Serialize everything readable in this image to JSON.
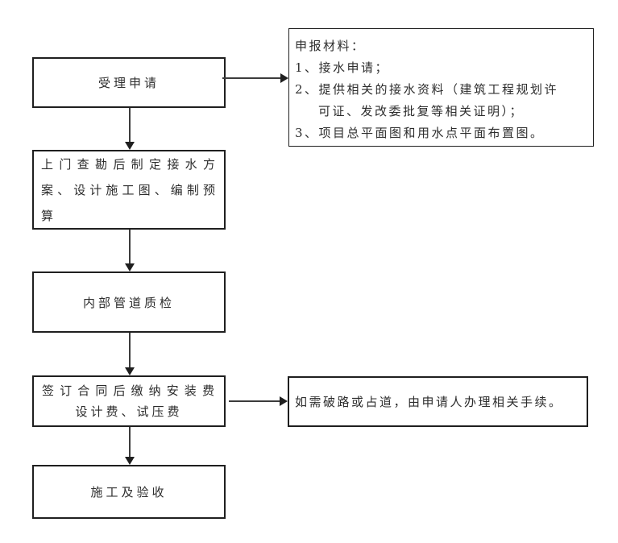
{
  "meta": {
    "background_color": "#ffffff",
    "text_color": "#2d2d2d",
    "box_border_color": "#1f1f1f",
    "arrow_color": "#3c3c3c"
  },
  "steps": {
    "step1": {
      "label": "受理申请"
    },
    "step2": {
      "lines": [
        "上门查勘后制定接水方",
        "案、设计施工图、编制预",
        "算"
      ]
    },
    "step3": {
      "label": "内部管道质检"
    },
    "step4": {
      "lines": [
        "签订合同后缴纳安装费",
        "设计费、试压费"
      ]
    },
    "step5": {
      "label": "施工及验收"
    }
  },
  "materials_note": {
    "lines": [
      "申报材料：",
      "1、接水申请；",
      "2、提供相关的接水资料（建筑工程规划许",
      "可证、发改委批复等相关证明）；",
      "3、项目总平面图和用水点平面布置图。"
    ]
  },
  "road_note": {
    "label": "如需破路或占道，由申请人办理相关手续。"
  }
}
